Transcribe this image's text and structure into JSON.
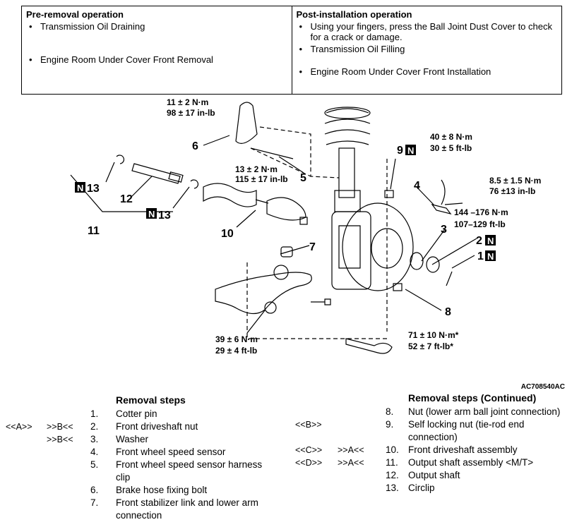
{
  "operations": {
    "pre": {
      "title": "Pre-removal operation",
      "items": [
        "Transmission Oil Draining",
        "Engine Room Under Cover Front Removal"
      ]
    },
    "post": {
      "title": "Post-installation operation",
      "items": [
        "Using your fingers, press the Ball Joint Dust Cover to check for a crack or damage.",
        "Transmission Oil Filling",
        "Engine Room Under Cover Front Installation"
      ]
    }
  },
  "diagram": {
    "torques": {
      "t1a": "11 ± 2 N·m",
      "t1b": "98 ± 17 in-lb",
      "t2a": "13 ± 2 N·m",
      "t2b": "115 ± 17 in-lb",
      "t3a": "40 ± 8 N·m",
      "t3b": "30 ± 5 ft-lb",
      "t4a": "8.5 ± 1.5 N·m",
      "t4b": "76 ±13 in-lb",
      "t5a": "144 –176 N·m",
      "t5b": "107–129 ft-lb",
      "t6a": "39 ± 6 N·m",
      "t6b": "29 ± 4 ft-lb",
      "t7a": "71 ± 10 N·m*",
      "t7b": "52 ± 7 ft-lb*"
    },
    "callouts": [
      "1",
      "2",
      "3",
      "4",
      "5",
      "6",
      "7",
      "8",
      "9",
      "10",
      "11",
      "12",
      "13",
      "13"
    ],
    "n_mark": "N",
    "code": "AC708540AC"
  },
  "removal_steps": {
    "title": "Removal steps",
    "steps": [
      {
        "m1": "",
        "m2": "",
        "n": "1.",
        "text": "Cotter pin"
      },
      {
        "m1": "<<A>>",
        "m2": ">>B<<",
        "n": "2.",
        "text": "Front driveshaft nut"
      },
      {
        "m1": "",
        "m2": ">>B<<",
        "n": "3.",
        "text": "Washer"
      },
      {
        "m1": "",
        "m2": "",
        "n": "4.",
        "text": "Front wheel speed sensor"
      },
      {
        "m1": "",
        "m2": "",
        "n": "5.",
        "text": "Front wheel speed sensor harness clip"
      },
      {
        "m1": "",
        "m2": "",
        "n": "6.",
        "text": "Brake hose fixing bolt"
      },
      {
        "m1": "",
        "m2": "",
        "n": "7.",
        "text": "Front stabilizer link and lower arm connection"
      }
    ]
  },
  "removal_steps_cont": {
    "title": "Removal steps (Continued)",
    "steps": [
      {
        "m1": "",
        "m2": "",
        "n": "8.",
        "text": "Nut (lower arm ball joint connection)"
      },
      {
        "m1": "<<B>>",
        "m2": "",
        "n": "9.",
        "text": "Self locking nut (tie-rod end connection)"
      },
      {
        "m1": "<<C>>",
        "m2": ">>A<<",
        "n": "10.",
        "text": "Front driveshaft assembly"
      },
      {
        "m1": "<<D>>",
        "m2": ">>A<<",
        "n": "11.",
        "text": "Output shaft assembly <M/T>"
      },
      {
        "m1": "",
        "m2": "",
        "n": "12.",
        "text": "Output shaft"
      },
      {
        "m1": "",
        "m2": "",
        "n": "13.",
        "text": "Circlip"
      }
    ]
  }
}
